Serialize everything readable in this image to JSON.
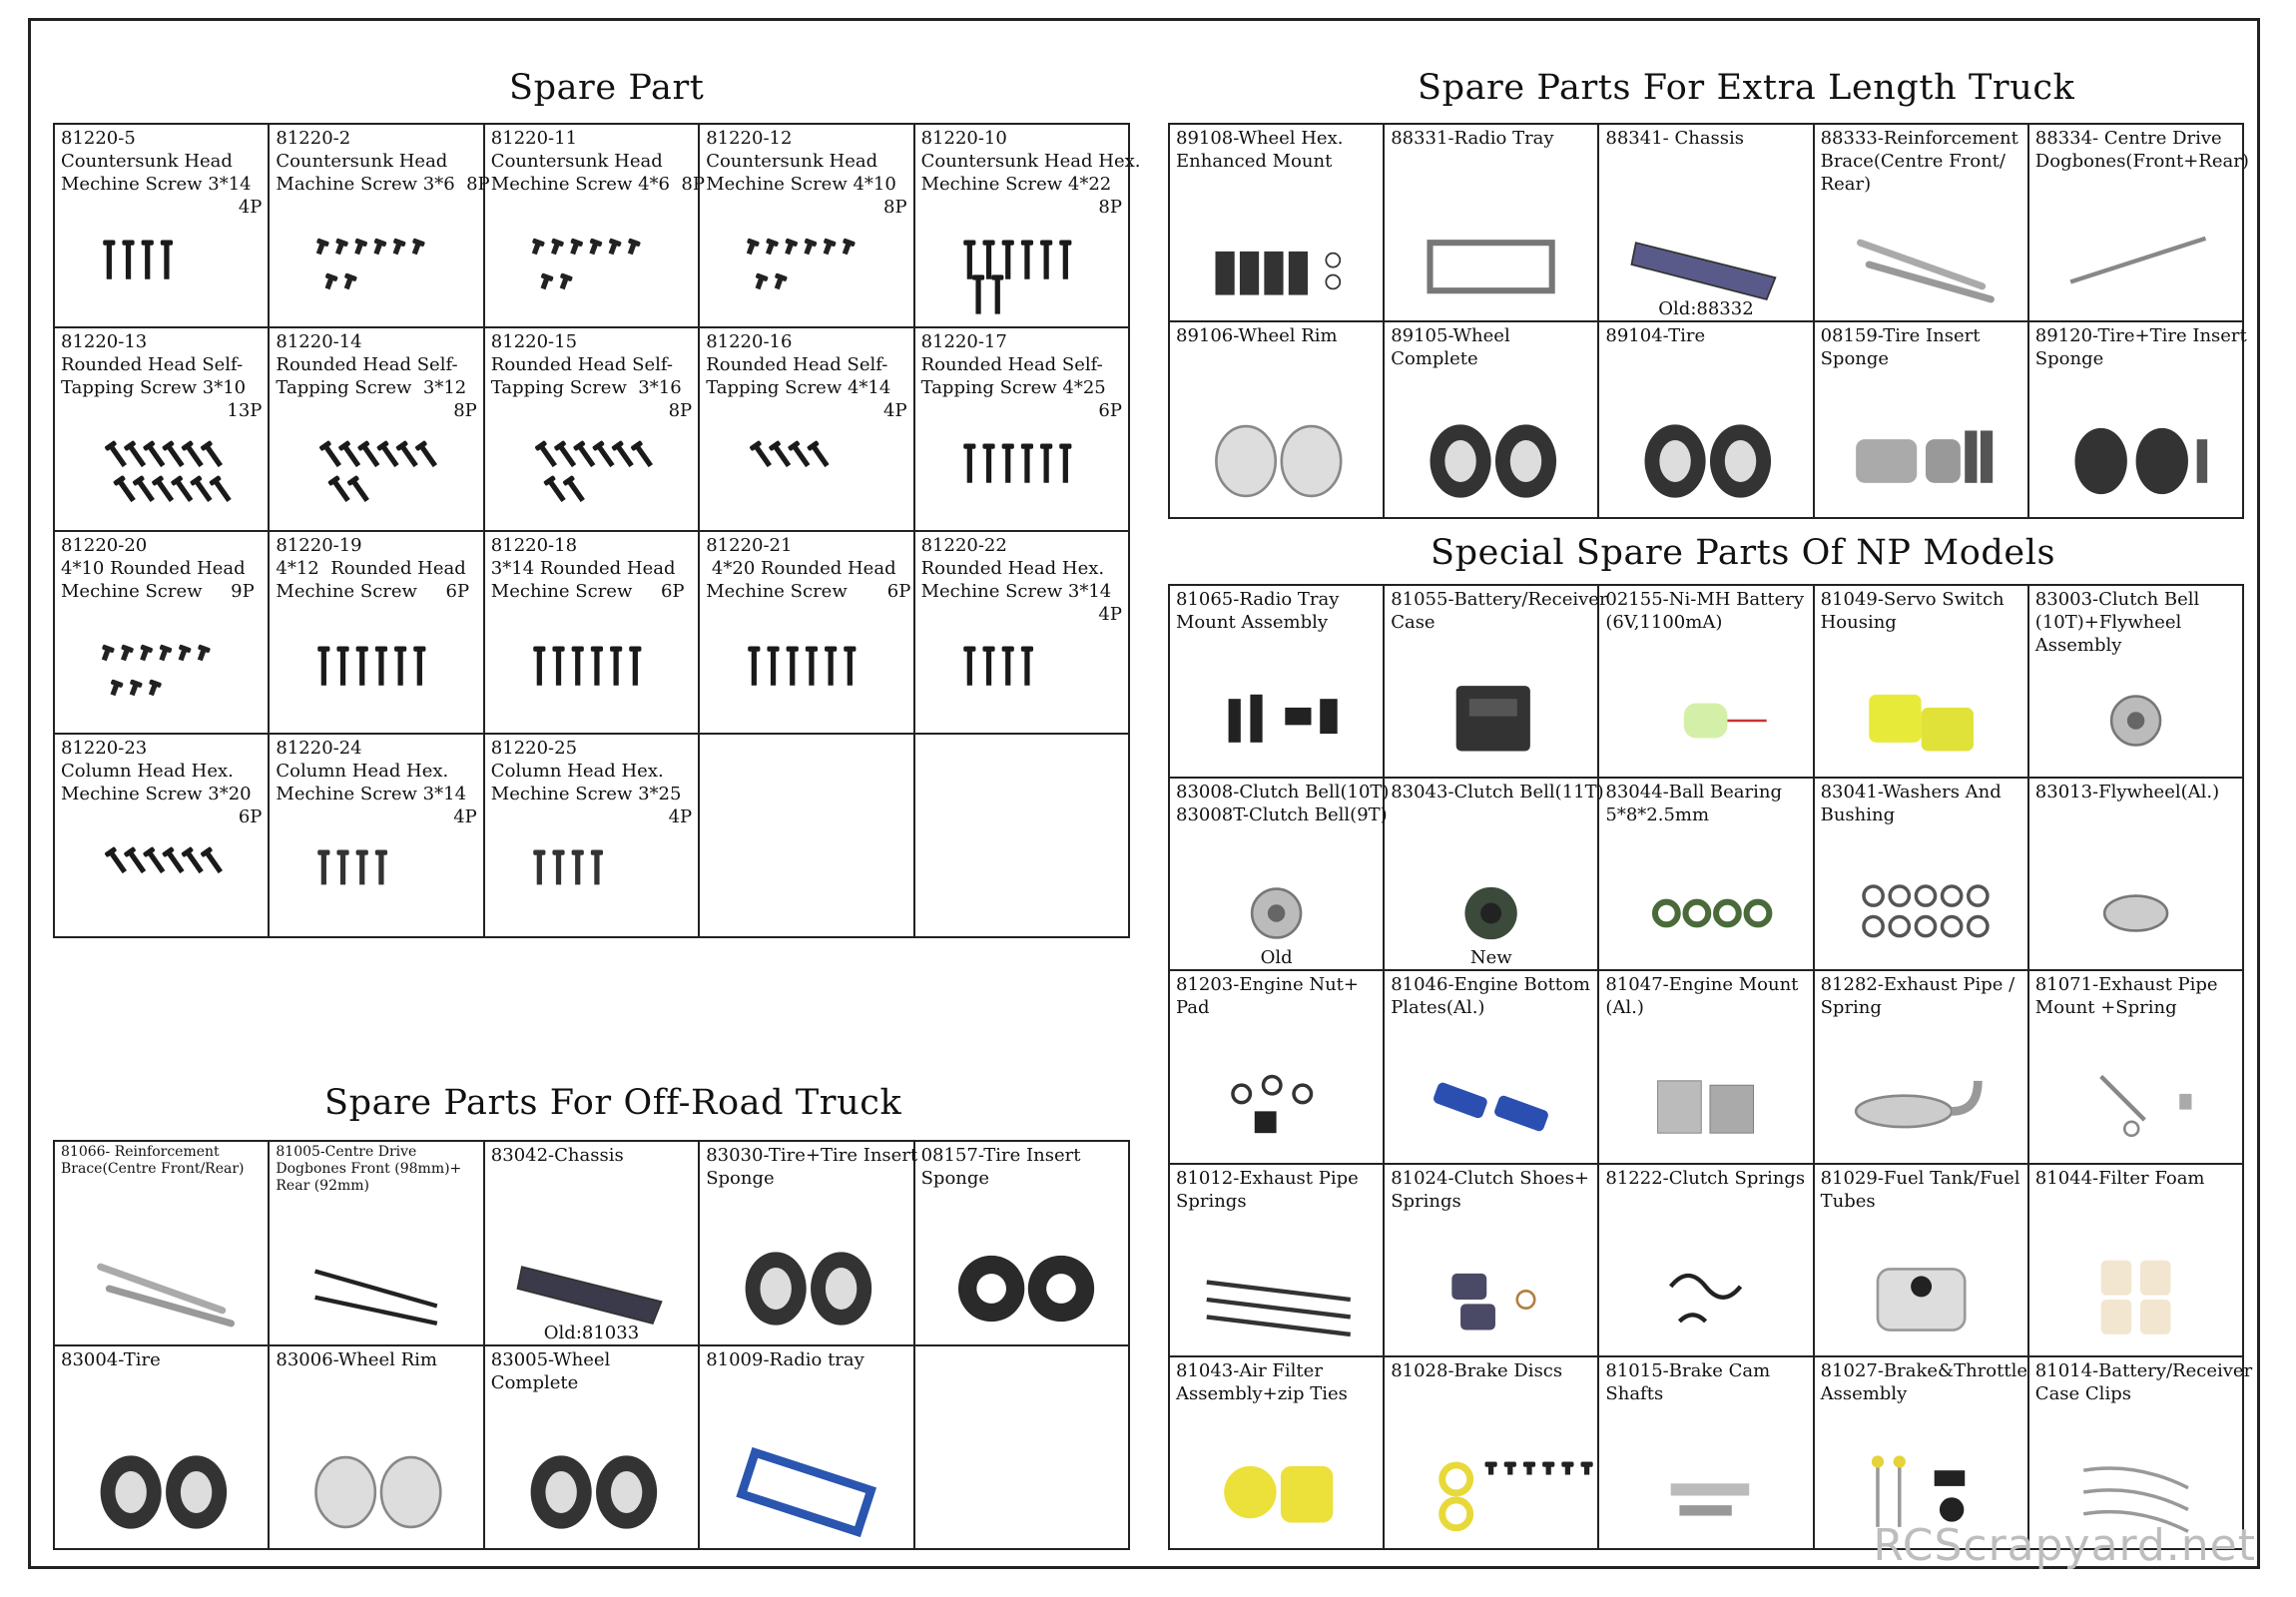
{
  "watermark": "RCScrapyard.net",
  "spare_part": {
    "title": "Spare Part",
    "cells": [
      {
        "lines": [
          "81220-5",
          "Countersunk Head",
          "Mechine Screw 3*14"
        ],
        "qty": "4P"
      },
      {
        "lines": [
          "81220-2",
          "Countersunk Head",
          "Machine Screw 3*6  8P"
        ],
        "qty": ""
      },
      {
        "lines": [
          "81220-11",
          "Countersunk Head",
          "Mechine Screw 4*6  8P"
        ],
        "qty": ""
      },
      {
        "lines": [
          "81220-12",
          "Countersunk Head",
          "Mechine Screw 4*10"
        ],
        "qty": "8P"
      },
      {
        "lines": [
          "81220-10",
          "Countersunk Head Hex.",
          "Mechine Screw 4*22"
        ],
        "qty": "8P"
      },
      {
        "lines": [
          "81220-13",
          "Rounded Head Self-",
          "Tapping Screw 3*10"
        ],
        "qty": "13P"
      },
      {
        "lines": [
          "81220-14",
          "Rounded Head Self-",
          "Tapping Screw  3*12"
        ],
        "qty": "8P"
      },
      {
        "lines": [
          "81220-15",
          "Rounded Head Self-",
          "Tapping Screw  3*16"
        ],
        "qty": "8P"
      },
      {
        "lines": [
          "81220-16",
          "Rounded Head Self-",
          "Tapping Screw 4*14"
        ],
        "qty": "4P"
      },
      {
        "lines": [
          "81220-17",
          "Rounded Head Self-",
          "Tapping Screw 4*25"
        ],
        "qty": "6P"
      },
      {
        "lines": [
          "81220-20",
          "4*10 Rounded Head",
          "Mechine Screw     9P"
        ],
        "qty": ""
      },
      {
        "lines": [
          "81220-19",
          "4*12  Rounded Head",
          "Mechine Screw     6P"
        ],
        "qty": ""
      },
      {
        "lines": [
          "81220-18",
          "3*14 Rounded Head",
          "Mechine Screw     6P"
        ],
        "qty": ""
      },
      {
        "lines": [
          "81220-21",
          " 4*20 Rounded Head",
          "Mechine Screw       6P"
        ],
        "qty": ""
      },
      {
        "lines": [
          "81220-22",
          "Rounded Head Hex.",
          "Mechine Screw 3*14"
        ],
        "qty": "4P"
      },
      {
        "lines": [
          "81220-23",
          "Column Head Hex.",
          "Mechine Screw 3*20"
        ],
        "qty": "6P"
      },
      {
        "lines": [
          "81220-24",
          "Column Head Hex.",
          "Mechine Screw 3*14"
        ],
        "qty": "4P"
      },
      {
        "lines": [
          "81220-25",
          "Column Head Hex.",
          "Mechine Screw 3*25"
        ],
        "qty": "4P"
      },
      {
        "lines": [],
        "qty": ""
      },
      {
        "lines": [],
        "qty": ""
      }
    ]
  },
  "offroad": {
    "title": "Spare Parts For Off-Road Truck",
    "cells": [
      {
        "lines": [
          "81066- Reinforcement",
          "Brace(Centre Front/Rear)"
        ],
        "small": true
      },
      {
        "lines": [
          "81005-Centre Drive",
          "Dogbones Front (98mm)+",
          "Rear (92mm)"
        ],
        "small": true
      },
      {
        "lines": [
          "83042-Chassis"
        ],
        "sub": "Old:81033"
      },
      {
        "lines": [
          "83030-Tire+Tire Insert",
          "Sponge"
        ]
      },
      {
        "lines": [
          "08157-Tire Insert",
          "Sponge"
        ]
      },
      {
        "lines": [
          "83004-Tire"
        ]
      },
      {
        "lines": [
          "83006-Wheel Rim"
        ]
      },
      {
        "lines": [
          "83005-Wheel",
          "Complete"
        ]
      },
      {
        "lines": [
          "81009-Radio tray"
        ]
      },
      {
        "lines": []
      }
    ]
  },
  "extra_length": {
    "title": "Spare Parts For Extra Length Truck",
    "cells": [
      {
        "lines": [
          "89108-Wheel Hex.",
          "Enhanced Mount"
        ]
      },
      {
        "lines": [
          "88331-Radio Tray"
        ]
      },
      {
        "lines": [
          "88341- Chassis"
        ],
        "sub": "Old:88332"
      },
      {
        "lines": [
          "88333-Reinforcement",
          "Brace(Centre Front/",
          "Rear)"
        ]
      },
      {
        "lines": [
          "88334- Centre Drive",
          "Dogbones(Front+Rear)"
        ]
      },
      {
        "lines": [
          "89106-Wheel Rim"
        ]
      },
      {
        "lines": [
          "89105-Wheel",
          "Complete"
        ]
      },
      {
        "lines": [
          "89104-Tire"
        ]
      },
      {
        "lines": [
          "08159-Tire Insert",
          "Sponge"
        ]
      },
      {
        "lines": [
          "89120-Tire+Tire Insert",
          "Sponge"
        ]
      }
    ]
  },
  "np_models": {
    "title": "Special Spare Parts Of NP Models",
    "cells": [
      {
        "lines": [
          "81065-Radio Tray",
          "Mount Assembly"
        ]
      },
      {
        "lines": [
          "81055-Battery/Receiver",
          "Case"
        ]
      },
      {
        "lines": [
          "02155-Ni-MH Battery",
          "(6V,1100mA)"
        ]
      },
      {
        "lines": [
          "81049-Servo Switch",
          "Housing"
        ]
      },
      {
        "lines": [
          "83003-Clutch Bell",
          "(10T)+Flywheel",
          "Assembly"
        ]
      },
      {
        "lines": [
          "83008-Clutch Bell(10T)",
          "83008T-Clutch Bell(9T)"
        ],
        "sub": "Old"
      },
      {
        "lines": [
          "83043-Clutch Bell(11T)"
        ],
        "sub": "New"
      },
      {
        "lines": [
          "83044-Ball Bearing",
          "5*8*2.5mm"
        ]
      },
      {
        "lines": [
          "83041-Washers And",
          "Bushing"
        ]
      },
      {
        "lines": [
          "83013-Flywheel(Al.)"
        ]
      },
      {
        "lines": [
          "81203-Engine Nut+",
          "Pad"
        ]
      },
      {
        "lines": [
          "81046-Engine Bottom",
          "Plates(Al.)"
        ]
      },
      {
        "lines": [
          "81047-Engine Mount",
          "(Al.)"
        ]
      },
      {
        "lines": [
          "81282-Exhaust Pipe /",
          "Spring"
        ]
      },
      {
        "lines": [
          "81071-Exhaust Pipe",
          "Mount +Spring"
        ]
      },
      {
        "lines": [
          "81012-Exhaust Pipe",
          "Springs"
        ]
      },
      {
        "lines": [
          "81024-Clutch Shoes+",
          "Springs"
        ]
      },
      {
        "lines": [
          "81222-Clutch Springs"
        ]
      },
      {
        "lines": [
          "81029-Fuel Tank/Fuel",
          "Tubes"
        ]
      },
      {
        "lines": [
          "81044-Filter Foam"
        ]
      },
      {
        "lines": [
          "81043-Air Filter",
          "Assembly+zip Ties"
        ]
      },
      {
        "lines": [
          "81028-Brake Discs"
        ]
      },
      {
        "lines": [
          "81015-Brake Cam",
          "Shafts"
        ]
      },
      {
        "lines": [
          "81027-Brake&Throttle",
          "Assembly"
        ]
      },
      {
        "lines": [
          "81014-Battery/Receiver",
          "Case Clips"
        ]
      }
    ]
  }
}
